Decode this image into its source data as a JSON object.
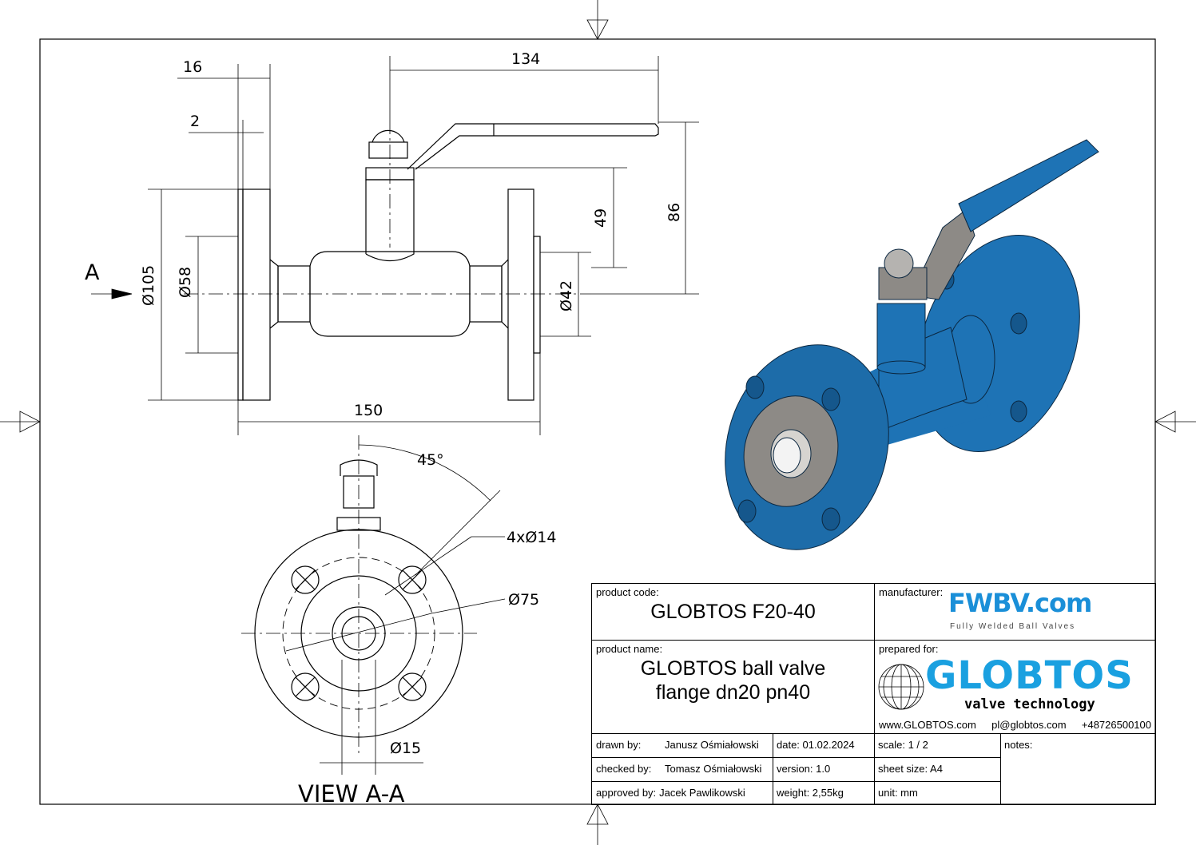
{
  "dimensions": {
    "d16": "16",
    "d2": "2",
    "d134": "134",
    "d49": "49",
    "d86": "86",
    "d105": "Ø105",
    "d58": "Ø58",
    "d42": "Ø42",
    "d150": "150",
    "view_marker": "A",
    "angle": "45°",
    "holes": "4xØ14",
    "d75": "Ø75",
    "d15": "Ø15",
    "view_title": "VIEW A-A"
  },
  "title_block": {
    "product_code_label": "product code:",
    "product_code": "GLOBTOS F20-40",
    "manufacturer_label": "manufacturer:",
    "manufacturer_logo": "FWBV.com",
    "manufacturer_tagline": "Fully Welded Ball Valves",
    "product_name_label": "product name:",
    "product_name_line1": "GLOBTOS ball valve",
    "product_name_line2": "flange dn20 pn40",
    "prepared_for_label": "prepared for:",
    "client_logo": "GLOBTOS",
    "client_tagline": "valve technology",
    "website": "www.GLOBTOS.com",
    "email": "pl@globtos.com",
    "phone": "+48726500100",
    "drawn_by_label": "drawn by:",
    "drawn_by": "Janusz Ośmiałowski",
    "checked_by_label": "checked by:",
    "checked_by": "Tomasz Ośmiałowski",
    "approved_by_label": "approved by:",
    "approved_by": "Jacek Pawlikowski",
    "date": "date: 01.02.2024",
    "version": "version:  1.0",
    "weight": "weight:  2,55kg",
    "scale": "scale: 1 / 2",
    "sheet_size": "sheet size:  A4",
    "unit": "unit:  mm",
    "notes_label": "notes:"
  },
  "colors": {
    "valve_blue": "#1e73b5",
    "logo_blue": "#1aa0e0",
    "steel": "#8d8a86"
  }
}
